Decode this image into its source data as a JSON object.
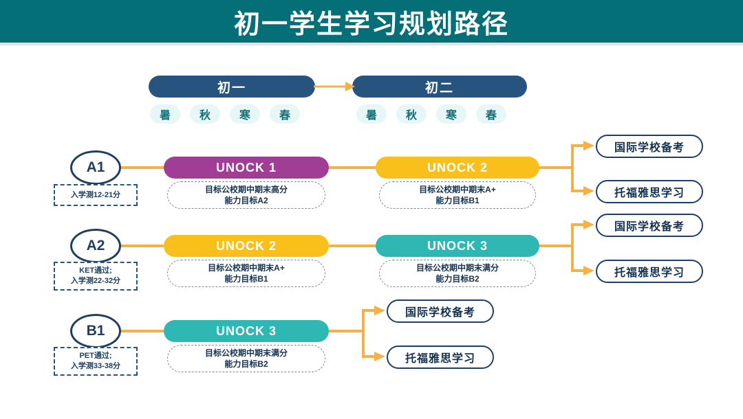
{
  "header": {
    "title": "初一学生学习规划路径",
    "background_color": "#056F77",
    "text_color": "#FFFFFF"
  },
  "timeline": {
    "grades": [
      {
        "label": "初一",
        "seasons": [
          "暑",
          "秋",
          "寒",
          "春"
        ]
      },
      {
        "label": "初二",
        "seasons": [
          "暑",
          "秋",
          "寒",
          "春"
        ]
      }
    ],
    "arrow_icon": "arrow-right-icon",
    "grade_color": "#27547F",
    "season_chip_color": "#E7F6F7",
    "season_text_color": "#176F77"
  },
  "colors": {
    "purple": "#A03D95",
    "amber": "#F9C01C",
    "teal": "#2EB7B3",
    "navy": "#1E3F61",
    "connector_orange": "#F5B04A"
  },
  "paths": [
    {
      "level": "A1",
      "entry_note": [
        "入学测12-21分"
      ],
      "stages": [
        {
          "course": "UNOCK 1",
          "color_key": "purple",
          "goal": [
            "目标公校期中期末高分",
            "能力目标A2"
          ]
        },
        {
          "course": "UNOCK 2",
          "color_key": "amber",
          "goal": [
            "目标公校期中期末A+",
            "能力目标B1"
          ]
        }
      ],
      "outcomes": [
        "国际学校备考",
        "托福雅思学习"
      ]
    },
    {
      "level": "A2",
      "entry_note": [
        "KET通过;",
        "入学测22-32分"
      ],
      "stages": [
        {
          "course": "UNOCK 2",
          "color_key": "amber",
          "goal": [
            "目标公校期中期末A+",
            "能力目标B1"
          ]
        },
        {
          "course": "UNOCK 3",
          "color_key": "teal",
          "goal": [
            "目标公校期中期末满分",
            "能力目标B2"
          ]
        }
      ],
      "outcomes": [
        "国际学校备考",
        "托福雅思学习"
      ]
    },
    {
      "level": "B1",
      "entry_note": [
        "PET通过;",
        "入学测33-38分"
      ],
      "stages": [
        {
          "course": "UNOCK 3",
          "color_key": "teal",
          "goal": [
            "目标公校期中期末满分",
            "能力目标B2"
          ]
        }
      ],
      "outcomes": [
        "国际学校备考",
        "托福雅思学习"
      ]
    }
  ]
}
